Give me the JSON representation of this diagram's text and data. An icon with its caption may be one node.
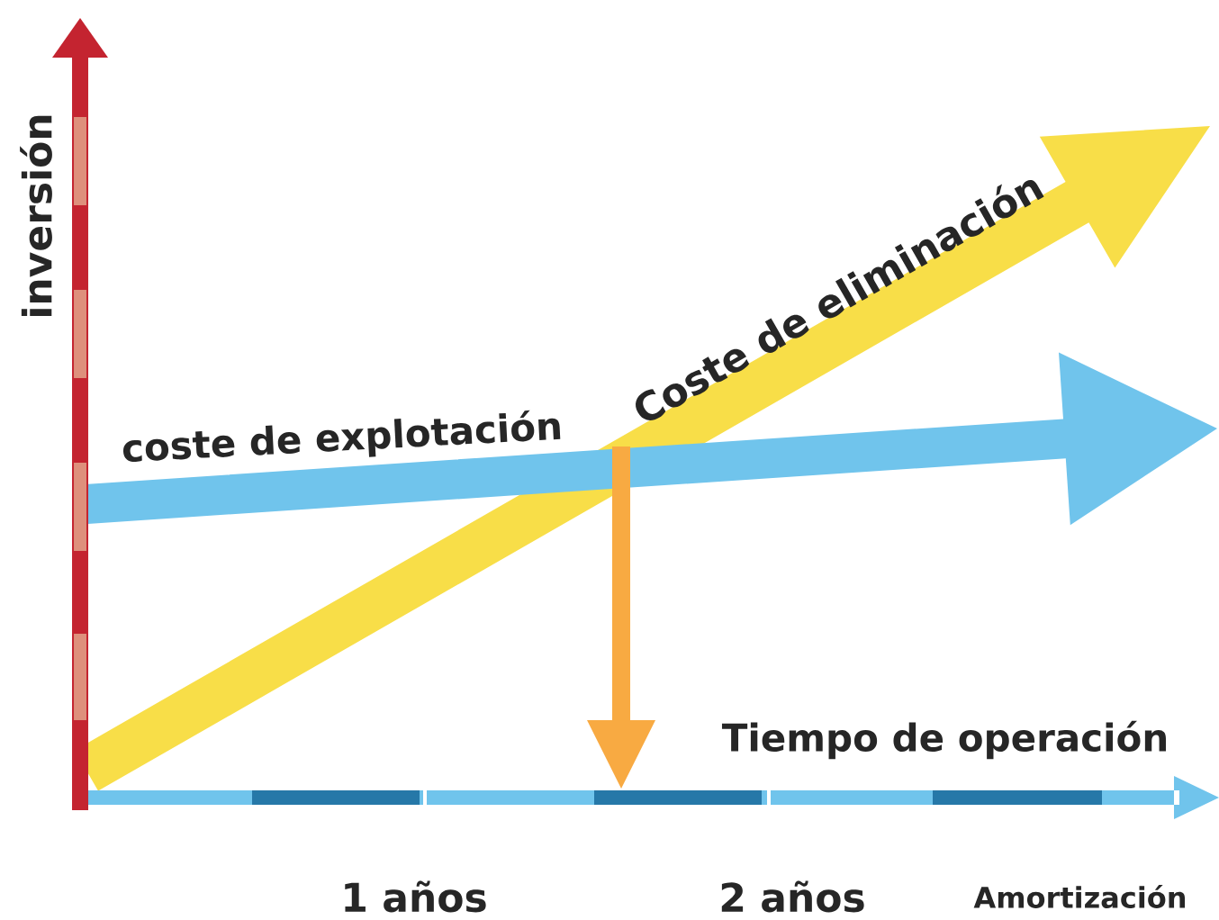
{
  "diagram": {
    "labels": [
      "inversión",
      "Coste de eliminación",
      "coste de explotación",
      "Tiempo de operación",
      "1 años",
      "2 años",
      "Amortización"
    ]
  }
}
